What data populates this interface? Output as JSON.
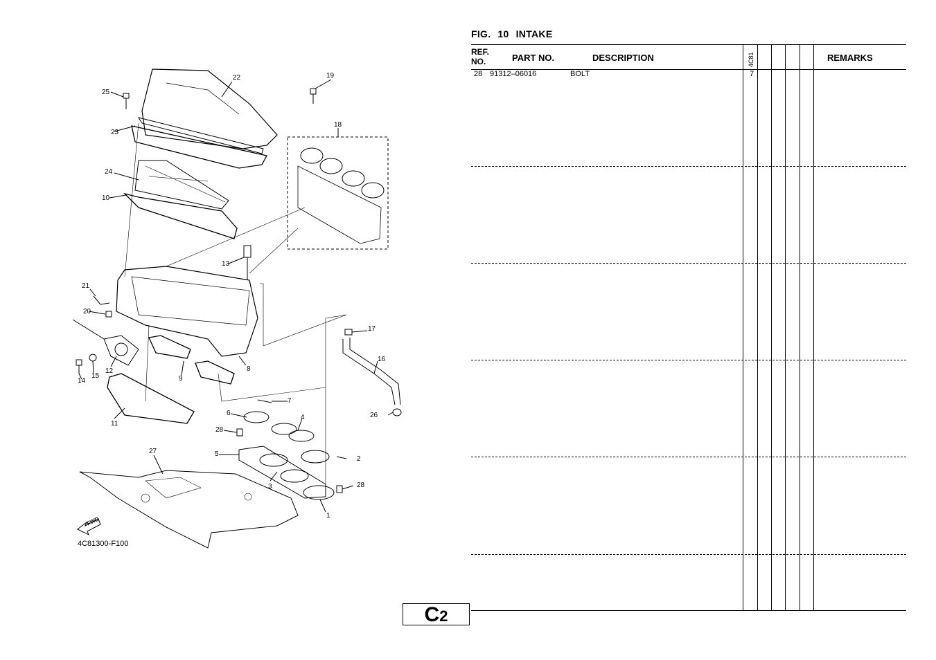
{
  "figure": {
    "label": "FIG.",
    "number": "10",
    "title": "INTAKE"
  },
  "table": {
    "headers": {
      "ref_line1": "REF.",
      "ref_line2": "NO.",
      "part_no": "PART NO.",
      "description": "DESCRIPTION",
      "model": "4C81",
      "remarks": "REMARKS"
    },
    "rows": [
      {
        "ref": "28",
        "part_no": "91312–06016",
        "description": "BOLT",
        "qty": "7"
      }
    ]
  },
  "page_tag": {
    "letter": "C",
    "number": "2"
  },
  "diagram": {
    "drawing_code": "4C81300-F100",
    "fwd_label": "FWD",
    "callouts": [
      "1",
      "2",
      "3",
      "4",
      "5",
      "6",
      "7",
      "8",
      "9",
      "10",
      "11",
      "12",
      "13",
      "14",
      "15",
      "16",
      "17",
      "18",
      "19",
      "20",
      "21",
      "22",
      "23",
      "24",
      "25",
      "26",
      "27",
      "28",
      "28"
    ]
  }
}
